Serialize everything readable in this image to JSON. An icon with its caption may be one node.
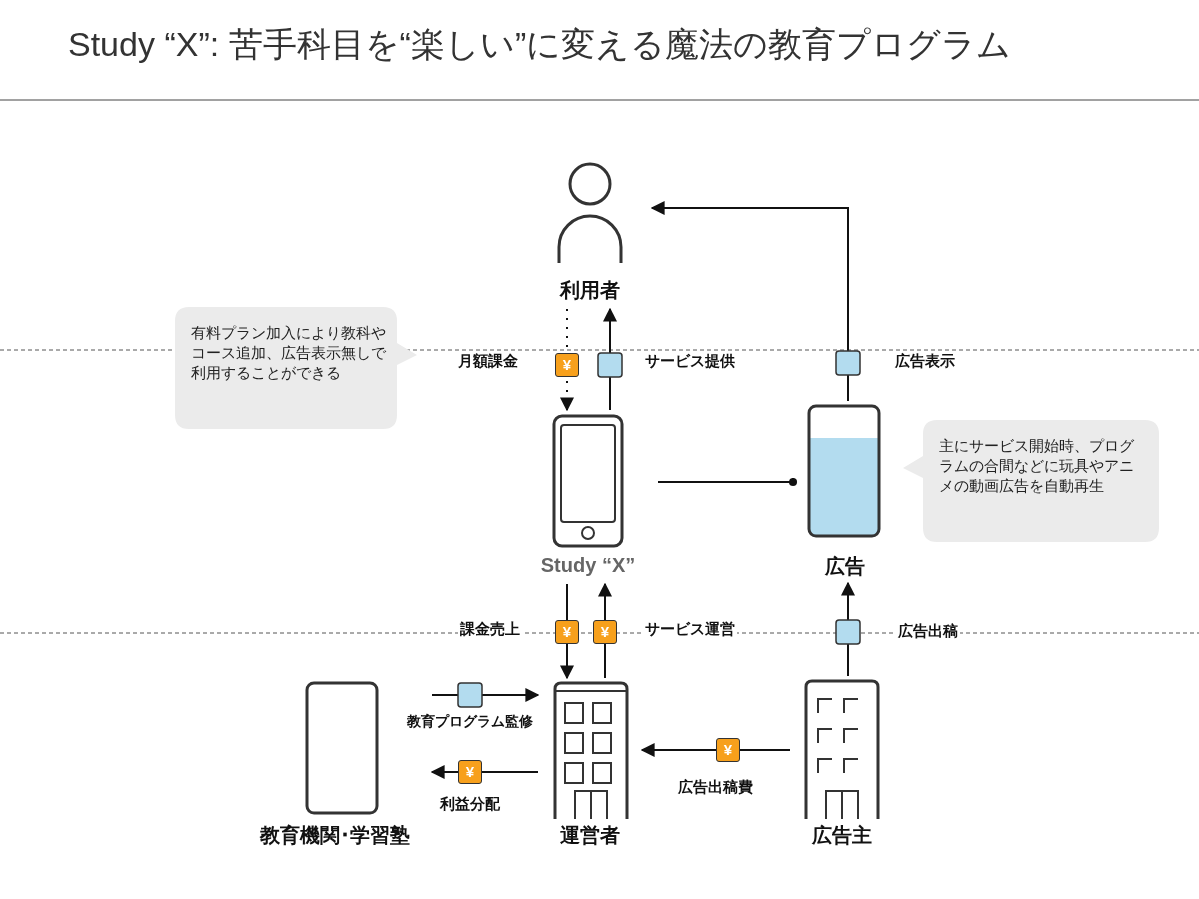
{
  "diagram": {
    "title": "Study “X”: 苦手科目を“楽しい”に変える魔法の教育プログラム",
    "nodes": [
      {
        "text": [
          "利用者"
        ]
      },
      {
        "text": [
          "有料プラン加入により教科やコース追加、広告表示無しで利用することができる"
        ]
      },
      {
        "text": [
          "Study “X”"
        ]
      },
      {
        "text": [
          "主にサービス開始時、プログラムの合間などに玩具やアニメの動画広告を自動再生"
        ]
      },
      {
        "text": [
          "広告"
        ]
      },
      {
        "text": [
          "教育機関･学習塾"
        ]
      },
      {
        "text": [
          "運営者"
        ]
      },
      {
        "text": [
          "広告主"
        ]
      }
    ],
    "edges": [
      {
        "from": 0,
        "to": 2,
        "arrow": "to",
        "label": "月額課金",
        "style": "dashed"
      },
      {
        "from": 2,
        "to": 0,
        "arrow": "to",
        "label": "サービス提供"
      },
      {
        "from": 4,
        "to": 0,
        "arrow": "to",
        "label": "広告表示"
      },
      {
        "from": 2,
        "to": 4,
        "arrow": "other"
      },
      {
        "from": 2,
        "to": 6,
        "arrow": "to",
        "label": "課金売上"
      },
      {
        "from": 6,
        "to": 2,
        "arrow": "to",
        "label": "サービス運営"
      },
      {
        "from": 7,
        "to": 4,
        "arrow": "to",
        "label": "広告出稿"
      },
      {
        "from": 5,
        "to": 6,
        "arrow": "to",
        "label": "教育プログラム監修"
      },
      {
        "from": 6,
        "to": 5,
        "arrow": "to",
        "label": "利益分配"
      },
      {
        "from": 7,
        "to": 6,
        "arrow": "to",
        "label": "広告出稿費"
      }
    ],
    "labels": [
      "¥",
      "¥",
      "¥",
      "¥",
      "¥"
    ]
  }
}
